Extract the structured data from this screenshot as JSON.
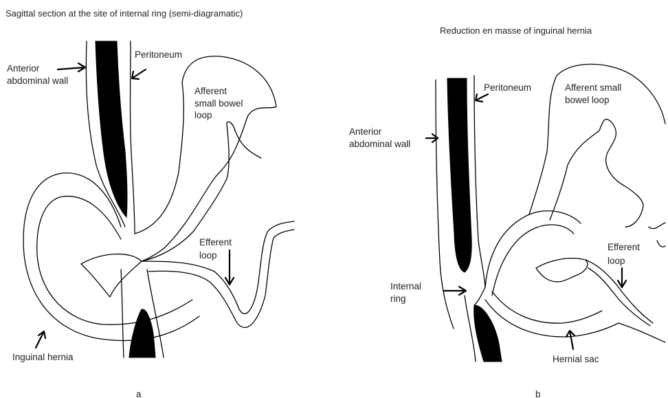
{
  "panel_a": {
    "title": "Sagittal section at the site of internal ring (semi-diagramatic)",
    "caption": "a",
    "labels": {
      "anterior_wall_line1": "Anterior",
      "anterior_wall_line2": "abdominal wall",
      "peritoneum": "Peritoneum",
      "afferent_line1": "Afferent",
      "afferent_line2": "small bowel",
      "afferent_line3": "loop",
      "efferent_line1": "Efferent",
      "efferent_line2": "loop",
      "inguinal_hernia": "Inguinal hernia"
    }
  },
  "panel_b": {
    "title": "Reduction en masse of inguinal hernia",
    "caption": "b",
    "labels": {
      "peritoneum": "Peritoneum",
      "afferent_line1": "Afferent small",
      "afferent_line2": "bowel loop",
      "anterior_wall_line1": "Anterior",
      "anterior_wall_line2": "abdominal wall",
      "efferent_line1": "Efferent",
      "efferent_line2": "loop",
      "internal_ring_line1": "Internal",
      "internal_ring_line2": "ring",
      "hernial_sac": "Hernial sac"
    }
  },
  "colors": {
    "ink": "#000000",
    "text": "#222222",
    "background": "#ffffff"
  }
}
